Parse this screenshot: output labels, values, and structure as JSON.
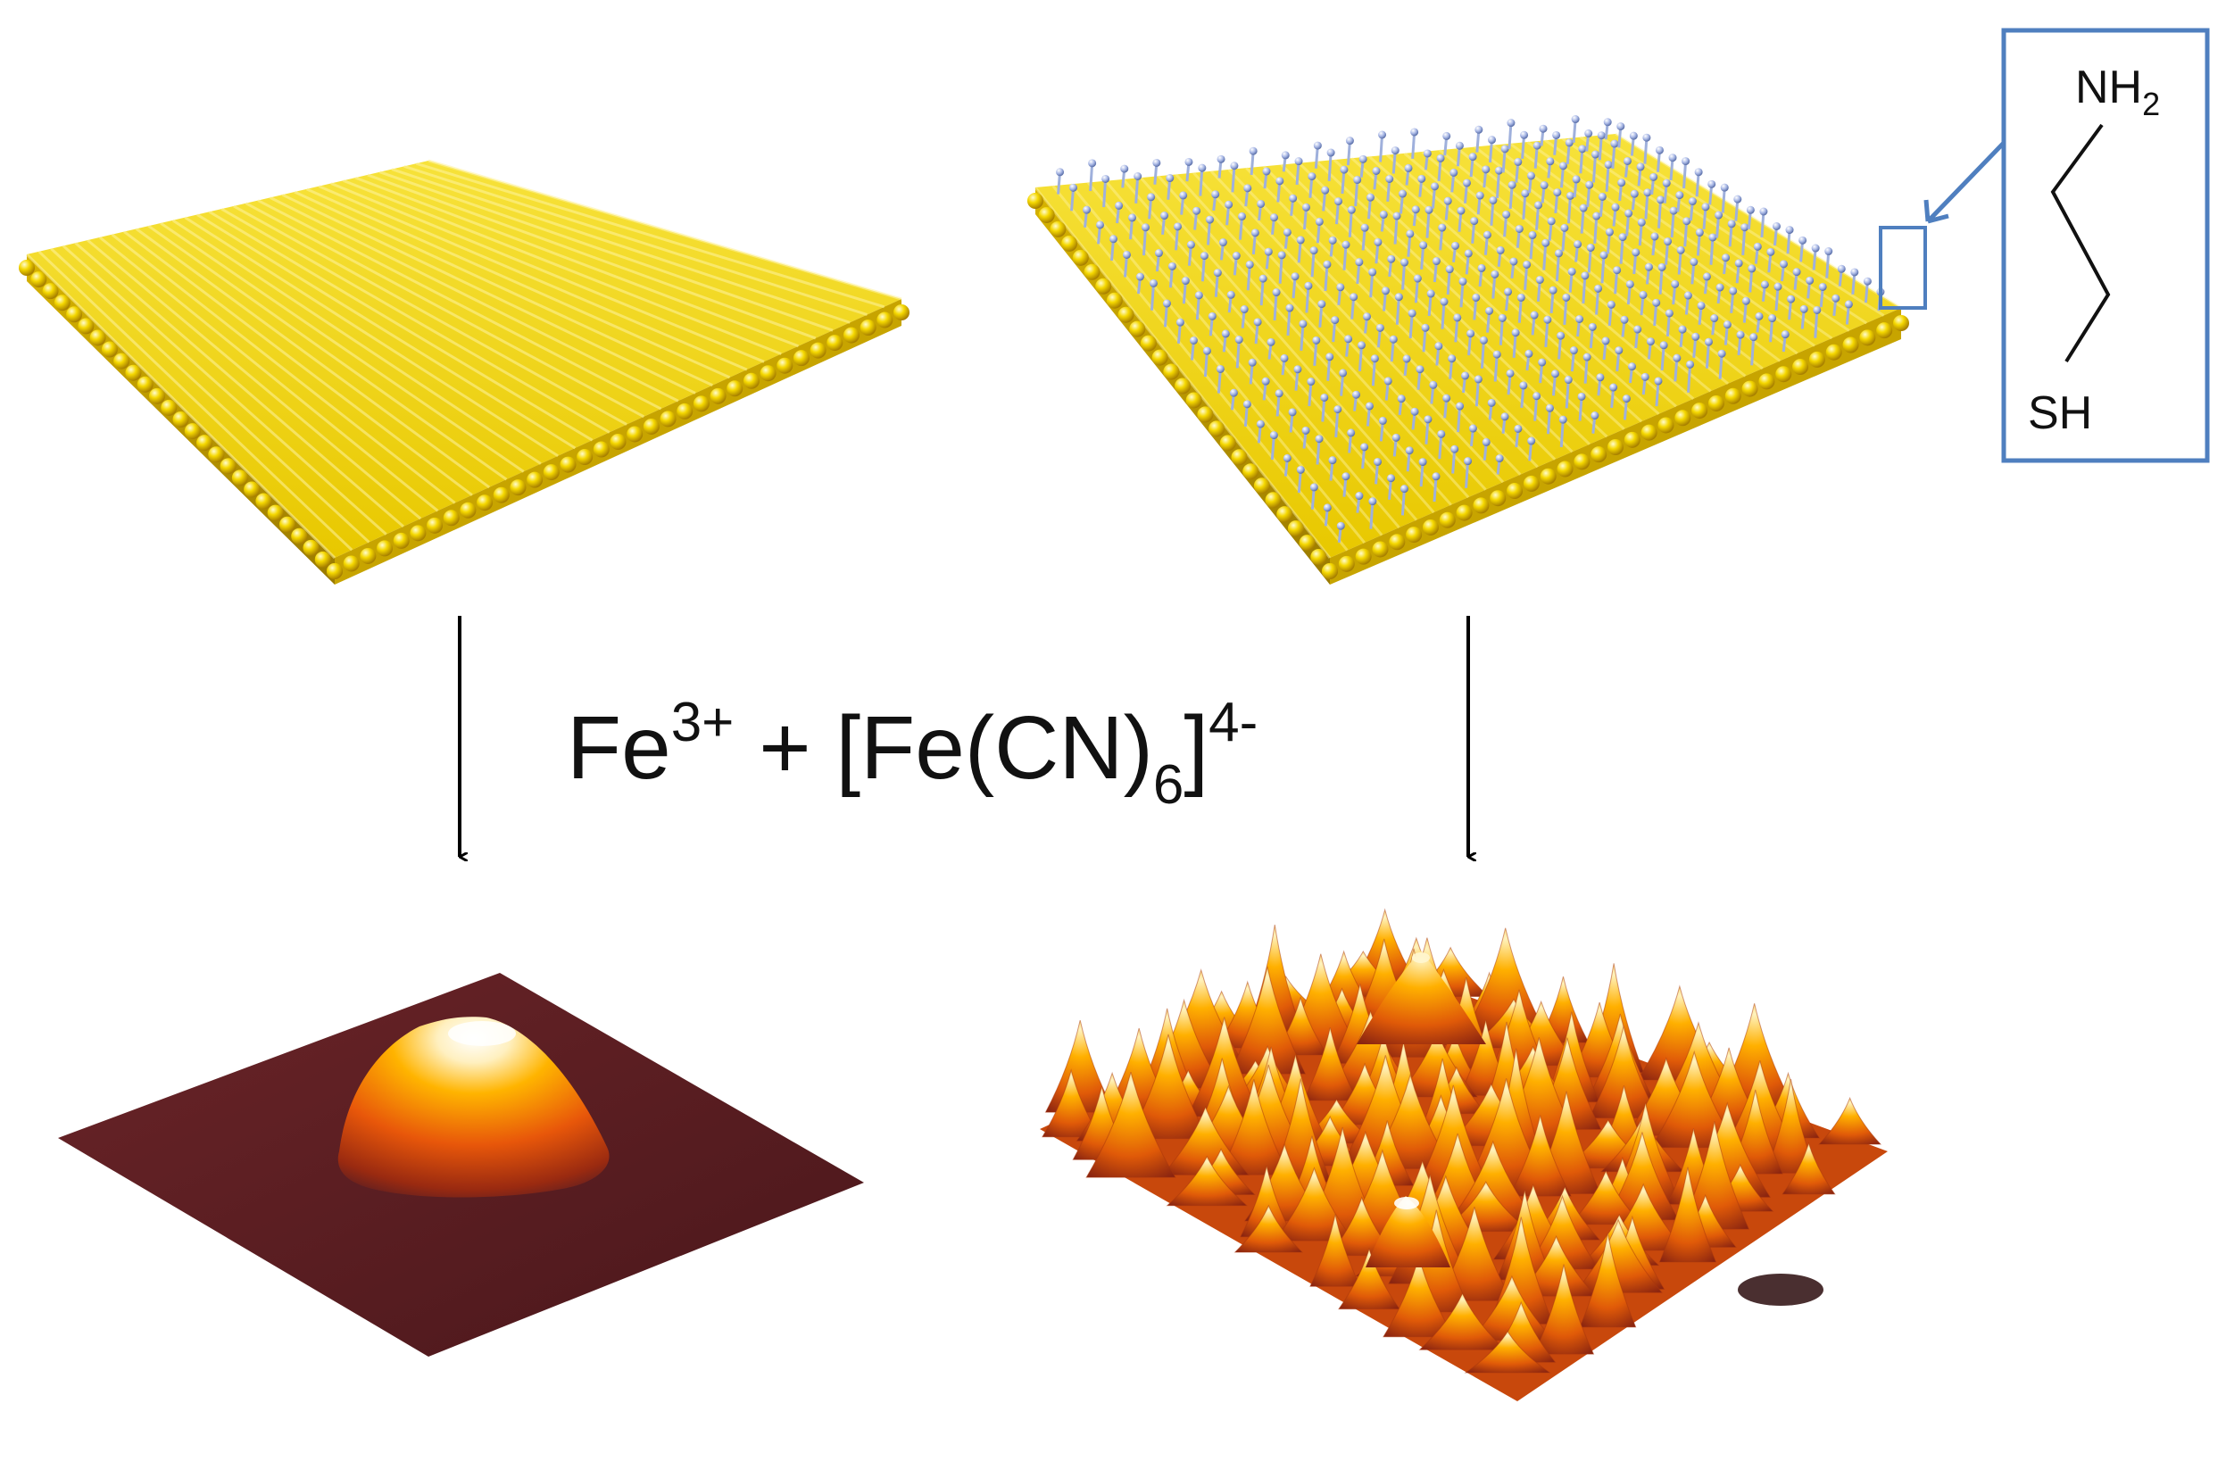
{
  "reaction": {
    "fe": "Fe",
    "fe_charge": "3+",
    "plus": " + [Fe(CN)",
    "six": "6",
    "close": "]",
    "hcf_charge": "4-"
  },
  "molecule": {
    "nh2_main": "NH",
    "nh2_sub": "2",
    "sh": "SH"
  },
  "colors": {
    "gold": "#f2d000",
    "gold_dark": "#b08a00",
    "ligand": "#8a9fd0",
    "callout": "#4f7fbf",
    "substrate": "#5a1e22"
  },
  "panels": {
    "top_left": "gold-surface-lattice",
    "top_right": "cysteamine-modified-gold-lattice",
    "bottom_left": "afm-single-particle",
    "bottom_right": "afm-rough-film"
  }
}
